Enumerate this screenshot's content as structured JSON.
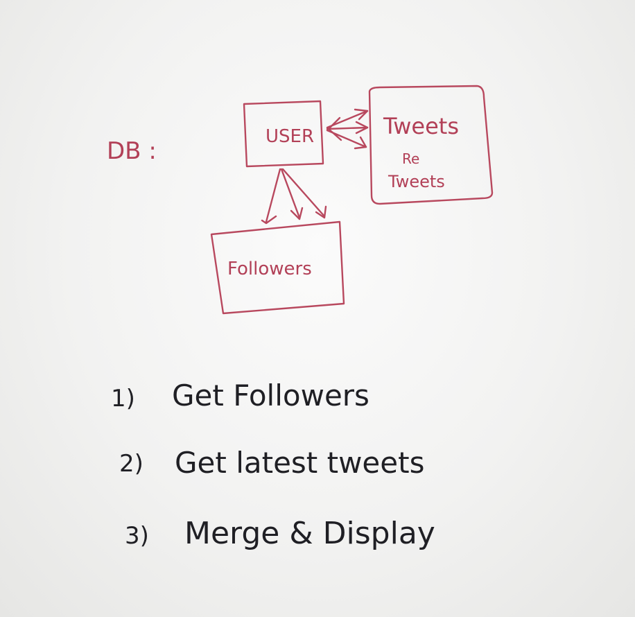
{
  "diagram": {
    "db_label": "DB :",
    "user_label": "USER",
    "tweets_label": "Tweets",
    "re_label": "Re",
    "retweets_label": "Tweets",
    "followers_label": "Followers"
  },
  "steps": [
    {
      "num": "1)",
      "text": "Get Followers"
    },
    {
      "num": "2)",
      "text": "Get latest tweets"
    },
    {
      "num": "3)",
      "text": "Merge & Display"
    }
  ],
  "colors": {
    "board": "#f5f5f4",
    "marker_red": "#b8485e",
    "marker_black": "#1f1f24"
  }
}
